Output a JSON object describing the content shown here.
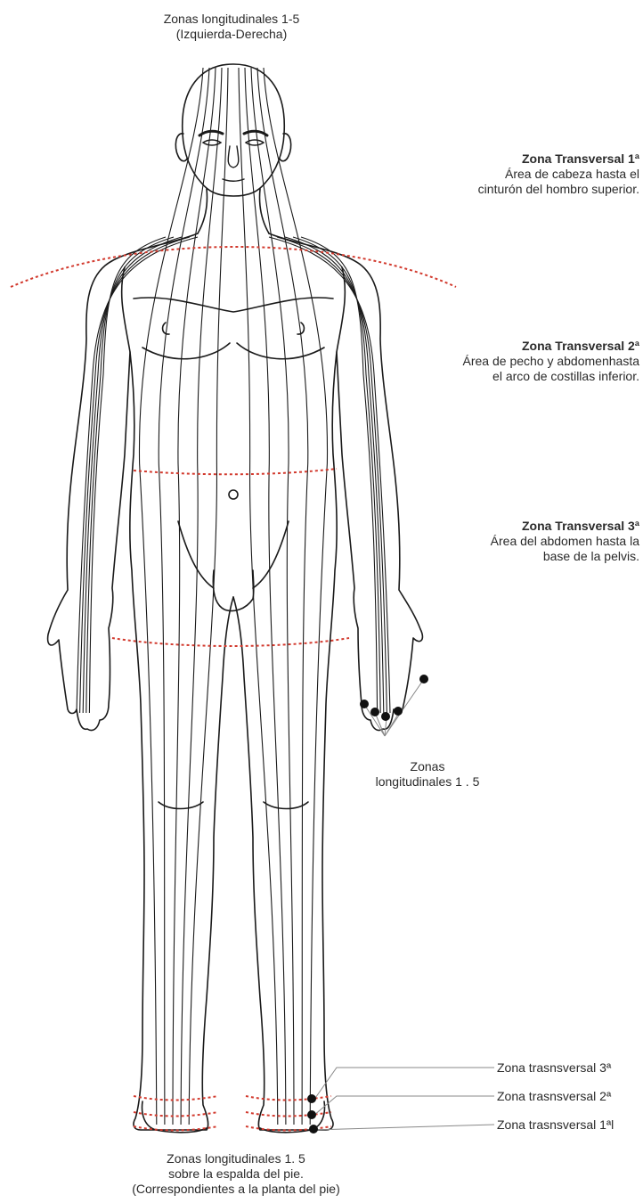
{
  "top_caption": {
    "line1": "Zonas longitudinales 1-5",
    "line2": "(Izquierda-Derecha)"
  },
  "transversal_zones": [
    {
      "title": "Zona Transversal 1ª",
      "line1": "Área de cabeza hasta el",
      "line2": "cinturón del hombro superior."
    },
    {
      "title": "Zona Transversal 2ª",
      "line1": "Área de pecho y abdomenhasta",
      "line2": "el arco de costillas inferior."
    },
    {
      "title": "Zona Transversal 3ª",
      "line1": "Área del abdomen hasta la",
      "line2": "base de la pelvis."
    }
  ],
  "hand_label": {
    "line1": "Zonas",
    "line2": "longitudinales 1 . 5"
  },
  "foot_zone_labels": [
    "Zona trasnsversal 3ª",
    "Zona trasnsversal 2ª",
    "Zona trasnsversal 1ªl"
  ],
  "bottom_caption": {
    "line1": "Zonas longitudinales 1. 5",
    "line2": "sobre la espalda del pie.",
    "line3": "(Correspondientes a la planta del pie)"
  },
  "colors": {
    "outline": "#1a1a1a",
    "zone_line": "#d23a2e",
    "text": "#2a2a2a",
    "dot": "#111111"
  }
}
